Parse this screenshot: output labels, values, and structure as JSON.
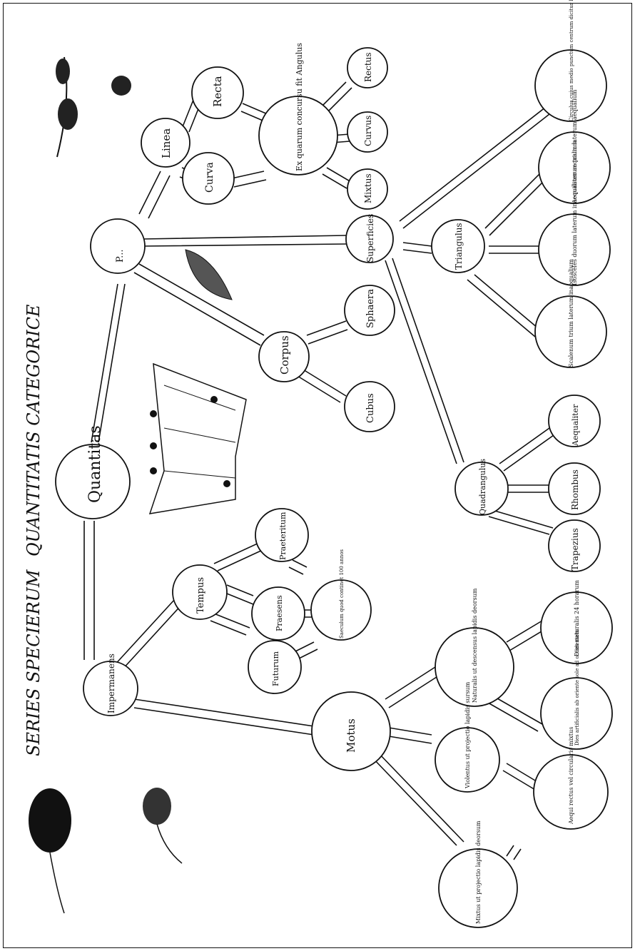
{
  "title": {
    "part1": "SERIES SPECIERUM",
    "part2": "QUANTITATIS CATEGORICE"
  },
  "nodes": {
    "quantitas": "Quantitas",
    "permanens": "P...",
    "impermanens": "Impermanens",
    "linea": "Linea",
    "recta": "Recta",
    "curva": "Curva",
    "ex_quarum": "Ex quarum concursu fit Angulus",
    "rectus": "Rectus",
    "curvus": "Curvus",
    "mixtus_ang": "Mixtus",
    "superficies": "Superficies",
    "circulus": "Circulus cuius medio punctum centrum dicitur linea vero radius",
    "aequilaterum": "Aequilaterum trium laterum aequalium",
    "isosceles": "Isosceles duorum laterum inaequalium aequalium",
    "scalenum_tri": "Scalenum trium laterum inaequalium",
    "triangulus": "Triangulus",
    "corpus": "Corpus",
    "sphaera": "Sphaera",
    "cubus": "Cubus",
    "quadrangulus": "Quadrangulus",
    "aequaliter": "Aequaliter",
    "rhombus": "Rhombus",
    "trapezius": "Trapezius",
    "tempus": "Tempus",
    "praeteritum": "Praeteritum",
    "praesens": "Praesens",
    "futurum": "Futurum",
    "saeculum": "Saeculum quod continet 100 annos",
    "motus": "Motus",
    "naturalis": "Naturalis ut descensus lapidis deorsum",
    "violentus": "Violentus ut projectio lapidis sursum",
    "mixtus_motus": "Mixtus ut projectio lapidis deorsum",
    "aequi": "Aequi rectus vel circularis mixtus",
    "dies_naturalis": "Dies naturalis 24 horarum",
    "dies_artificialis": "Dies artificialis ab oriente sole ad occidentem"
  }
}
